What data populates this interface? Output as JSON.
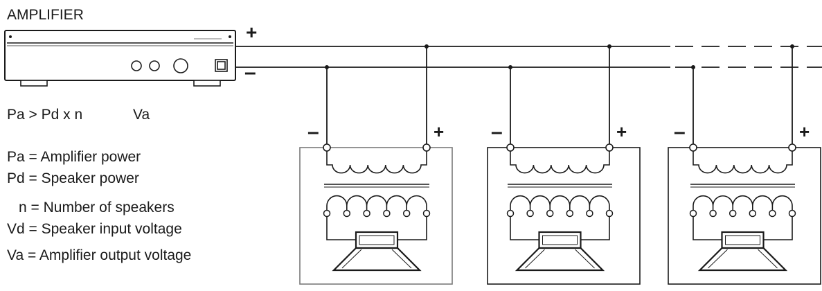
{
  "amplifier": {
    "label": "AMPLIFIER",
    "plus": "+",
    "minus": "–"
  },
  "formula": {
    "relation": "Pa > Pd x n",
    "va": "Va"
  },
  "legend": [
    "Pa = Amplifier power",
    "Pd = Speaker power",
    "n = Number of speakers",
    "Vd = Speaker input voltage",
    "Va = Amplifier output voltage"
  ],
  "speakers": [
    {
      "minus": "–",
      "plus": "+"
    },
    {
      "minus": "–",
      "plus": "+"
    },
    {
      "minus": "–",
      "plus": "+"
    }
  ]
}
